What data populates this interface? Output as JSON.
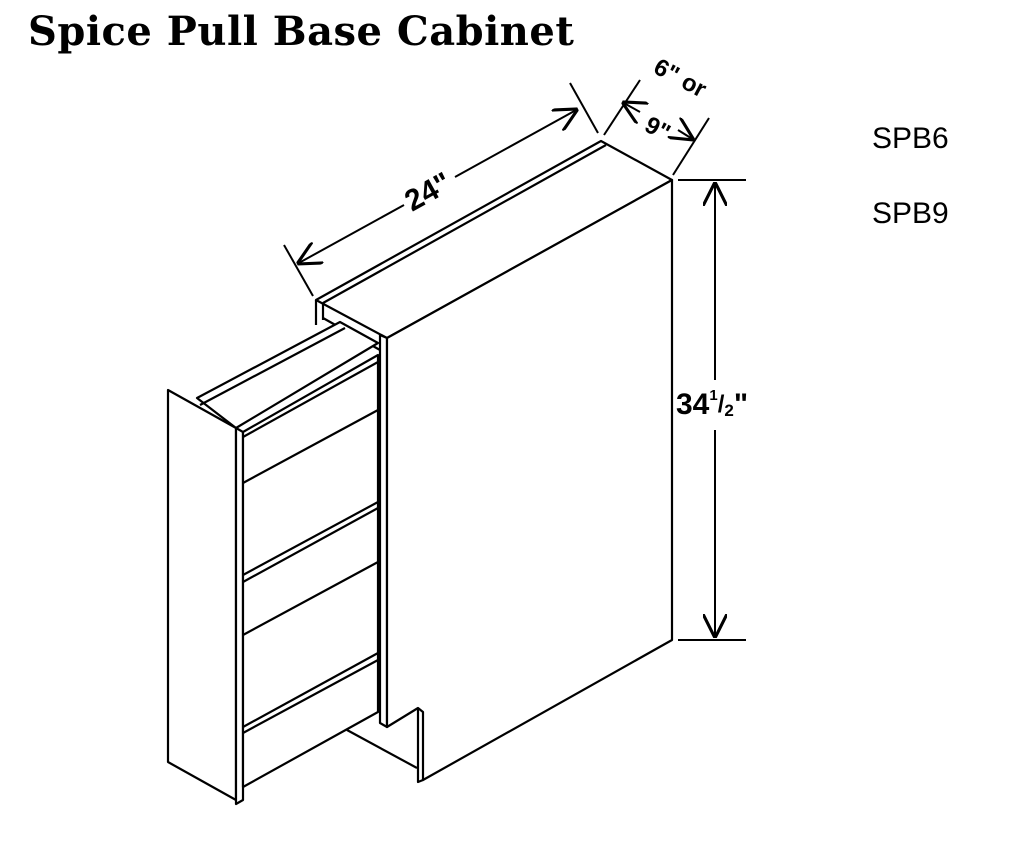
{
  "title": "Spice Pull Base Cabinet",
  "models": [
    "SPB6",
    "SPB9"
  ],
  "dimensions": {
    "depth": "24\"",
    "width_a": "6\" or",
    "width_b": "9\"",
    "height_whole": "34",
    "height_fraction_num": "1",
    "height_fraction_den": "2",
    "height_suffix": "\""
  }
}
